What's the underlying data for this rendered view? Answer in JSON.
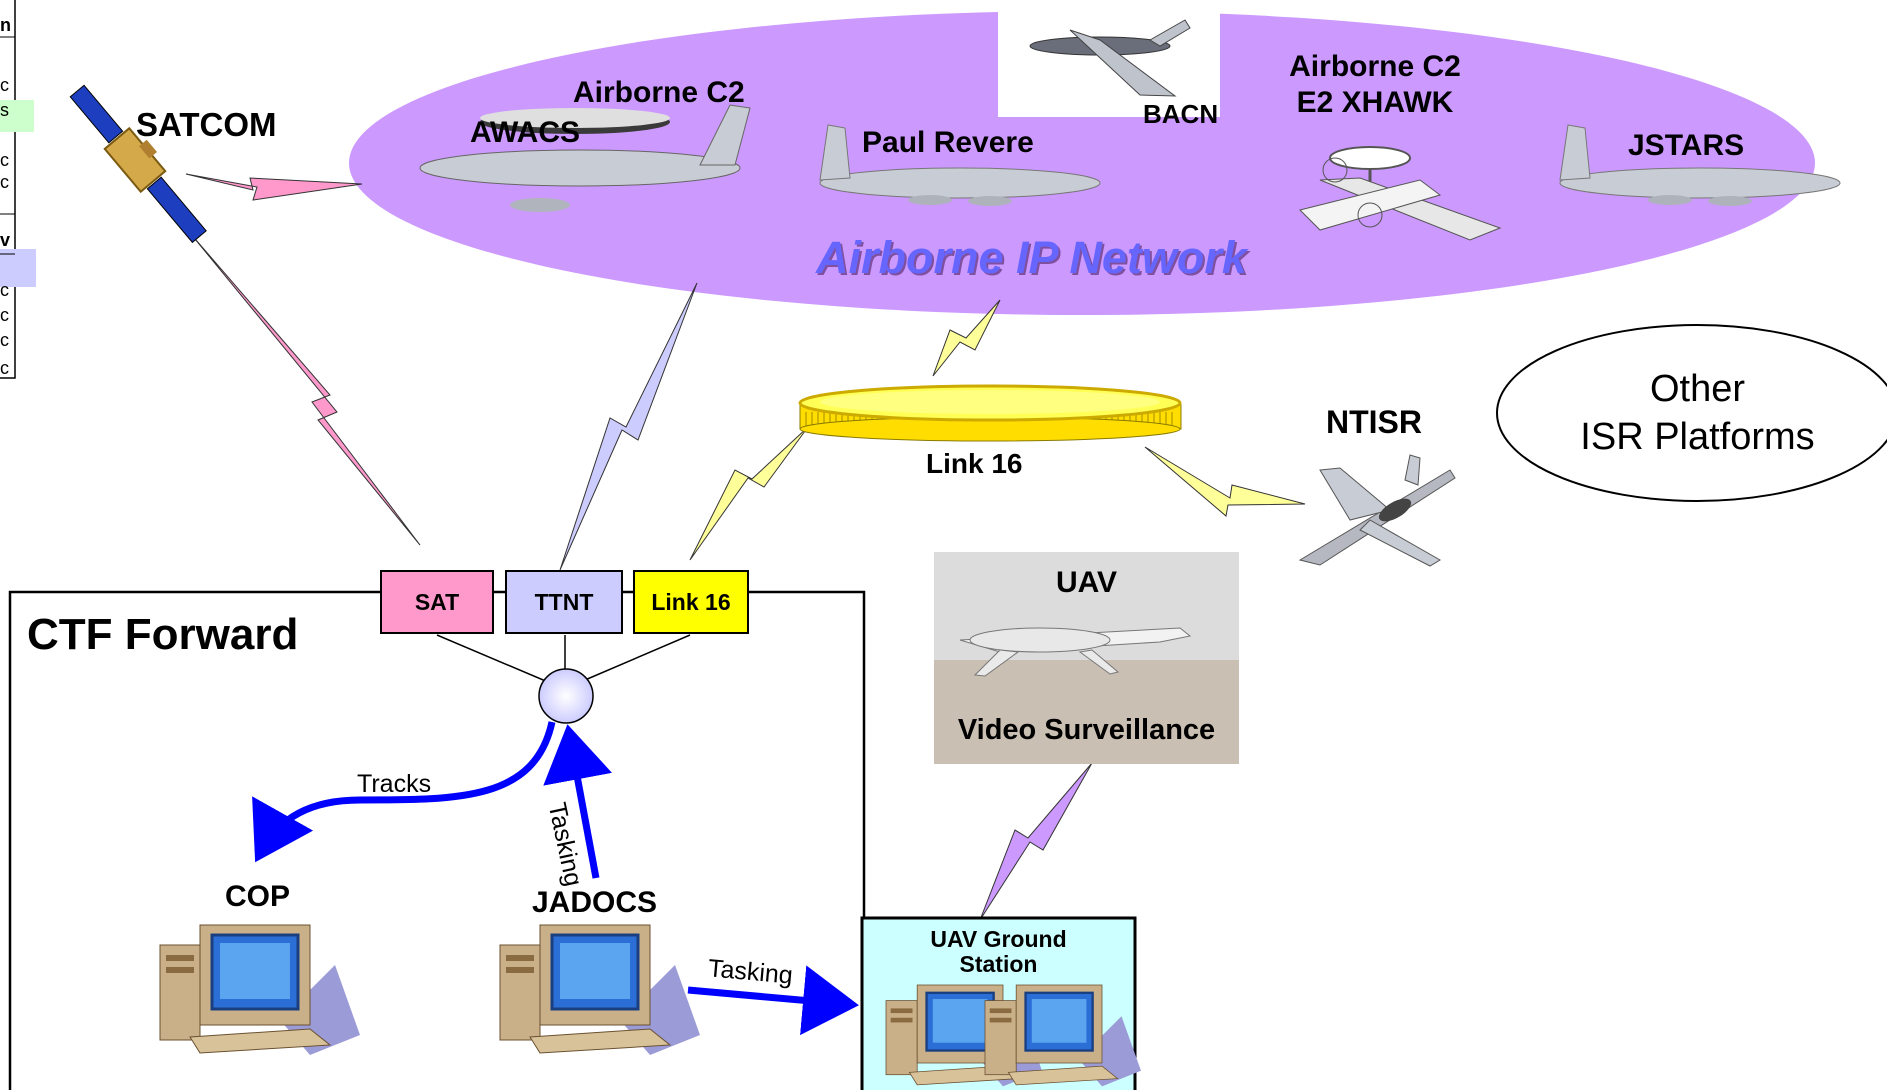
{
  "network": {
    "title": "Airborne IP Network",
    "fill": "#cc99ff",
    "platforms": {
      "airborne_c2_left": "Airborne C2",
      "awacs": "AWACS",
      "paul_revere": "Paul Revere",
      "bacn": "BACN",
      "airborne_c2_right": "Airborne C2",
      "e2_xhawk": "E2 XHAWK",
      "jstars": "JSTARS"
    }
  },
  "satcom": {
    "label": "SATCOM"
  },
  "link16_hub": {
    "label": "Link 16",
    "fill": "#ffff66"
  },
  "ntisr": {
    "label": "NTISR"
  },
  "other_isr": {
    "line1": "Other",
    "line2": "ISR Platforms"
  },
  "uav": {
    "title": "UAV",
    "caption": "Video Surveillance"
  },
  "ctf": {
    "title": "CTF Forward",
    "ports": {
      "sat": {
        "label": "SAT",
        "fill": "#ff99cc"
      },
      "ttnt": {
        "label": "TTNT",
        "fill": "#ccccff"
      },
      "link16": {
        "label": "Link 16",
        "fill": "#ffff00"
      }
    },
    "tracks_label": "Tracks",
    "tasking_label": "Tasking",
    "cop_label": "COP",
    "jadocs_label": "JADOCS",
    "tasking_out_label": "Tasking"
  },
  "ground_station": {
    "line1": "UAV Ground",
    "line2": "Station",
    "fill": "#ccffff"
  },
  "colors": {
    "sat_link": "#ff99cc",
    "ttnt_link": "#ccccff",
    "link16_link": "#ffff99",
    "uav_link": "#cc99ff",
    "arrow": "#0000ff"
  },
  "left_fragment": {
    "chars": [
      "n",
      "c",
      "s",
      "c",
      "c",
      "v",
      "c",
      "c",
      "c",
      "c"
    ]
  }
}
